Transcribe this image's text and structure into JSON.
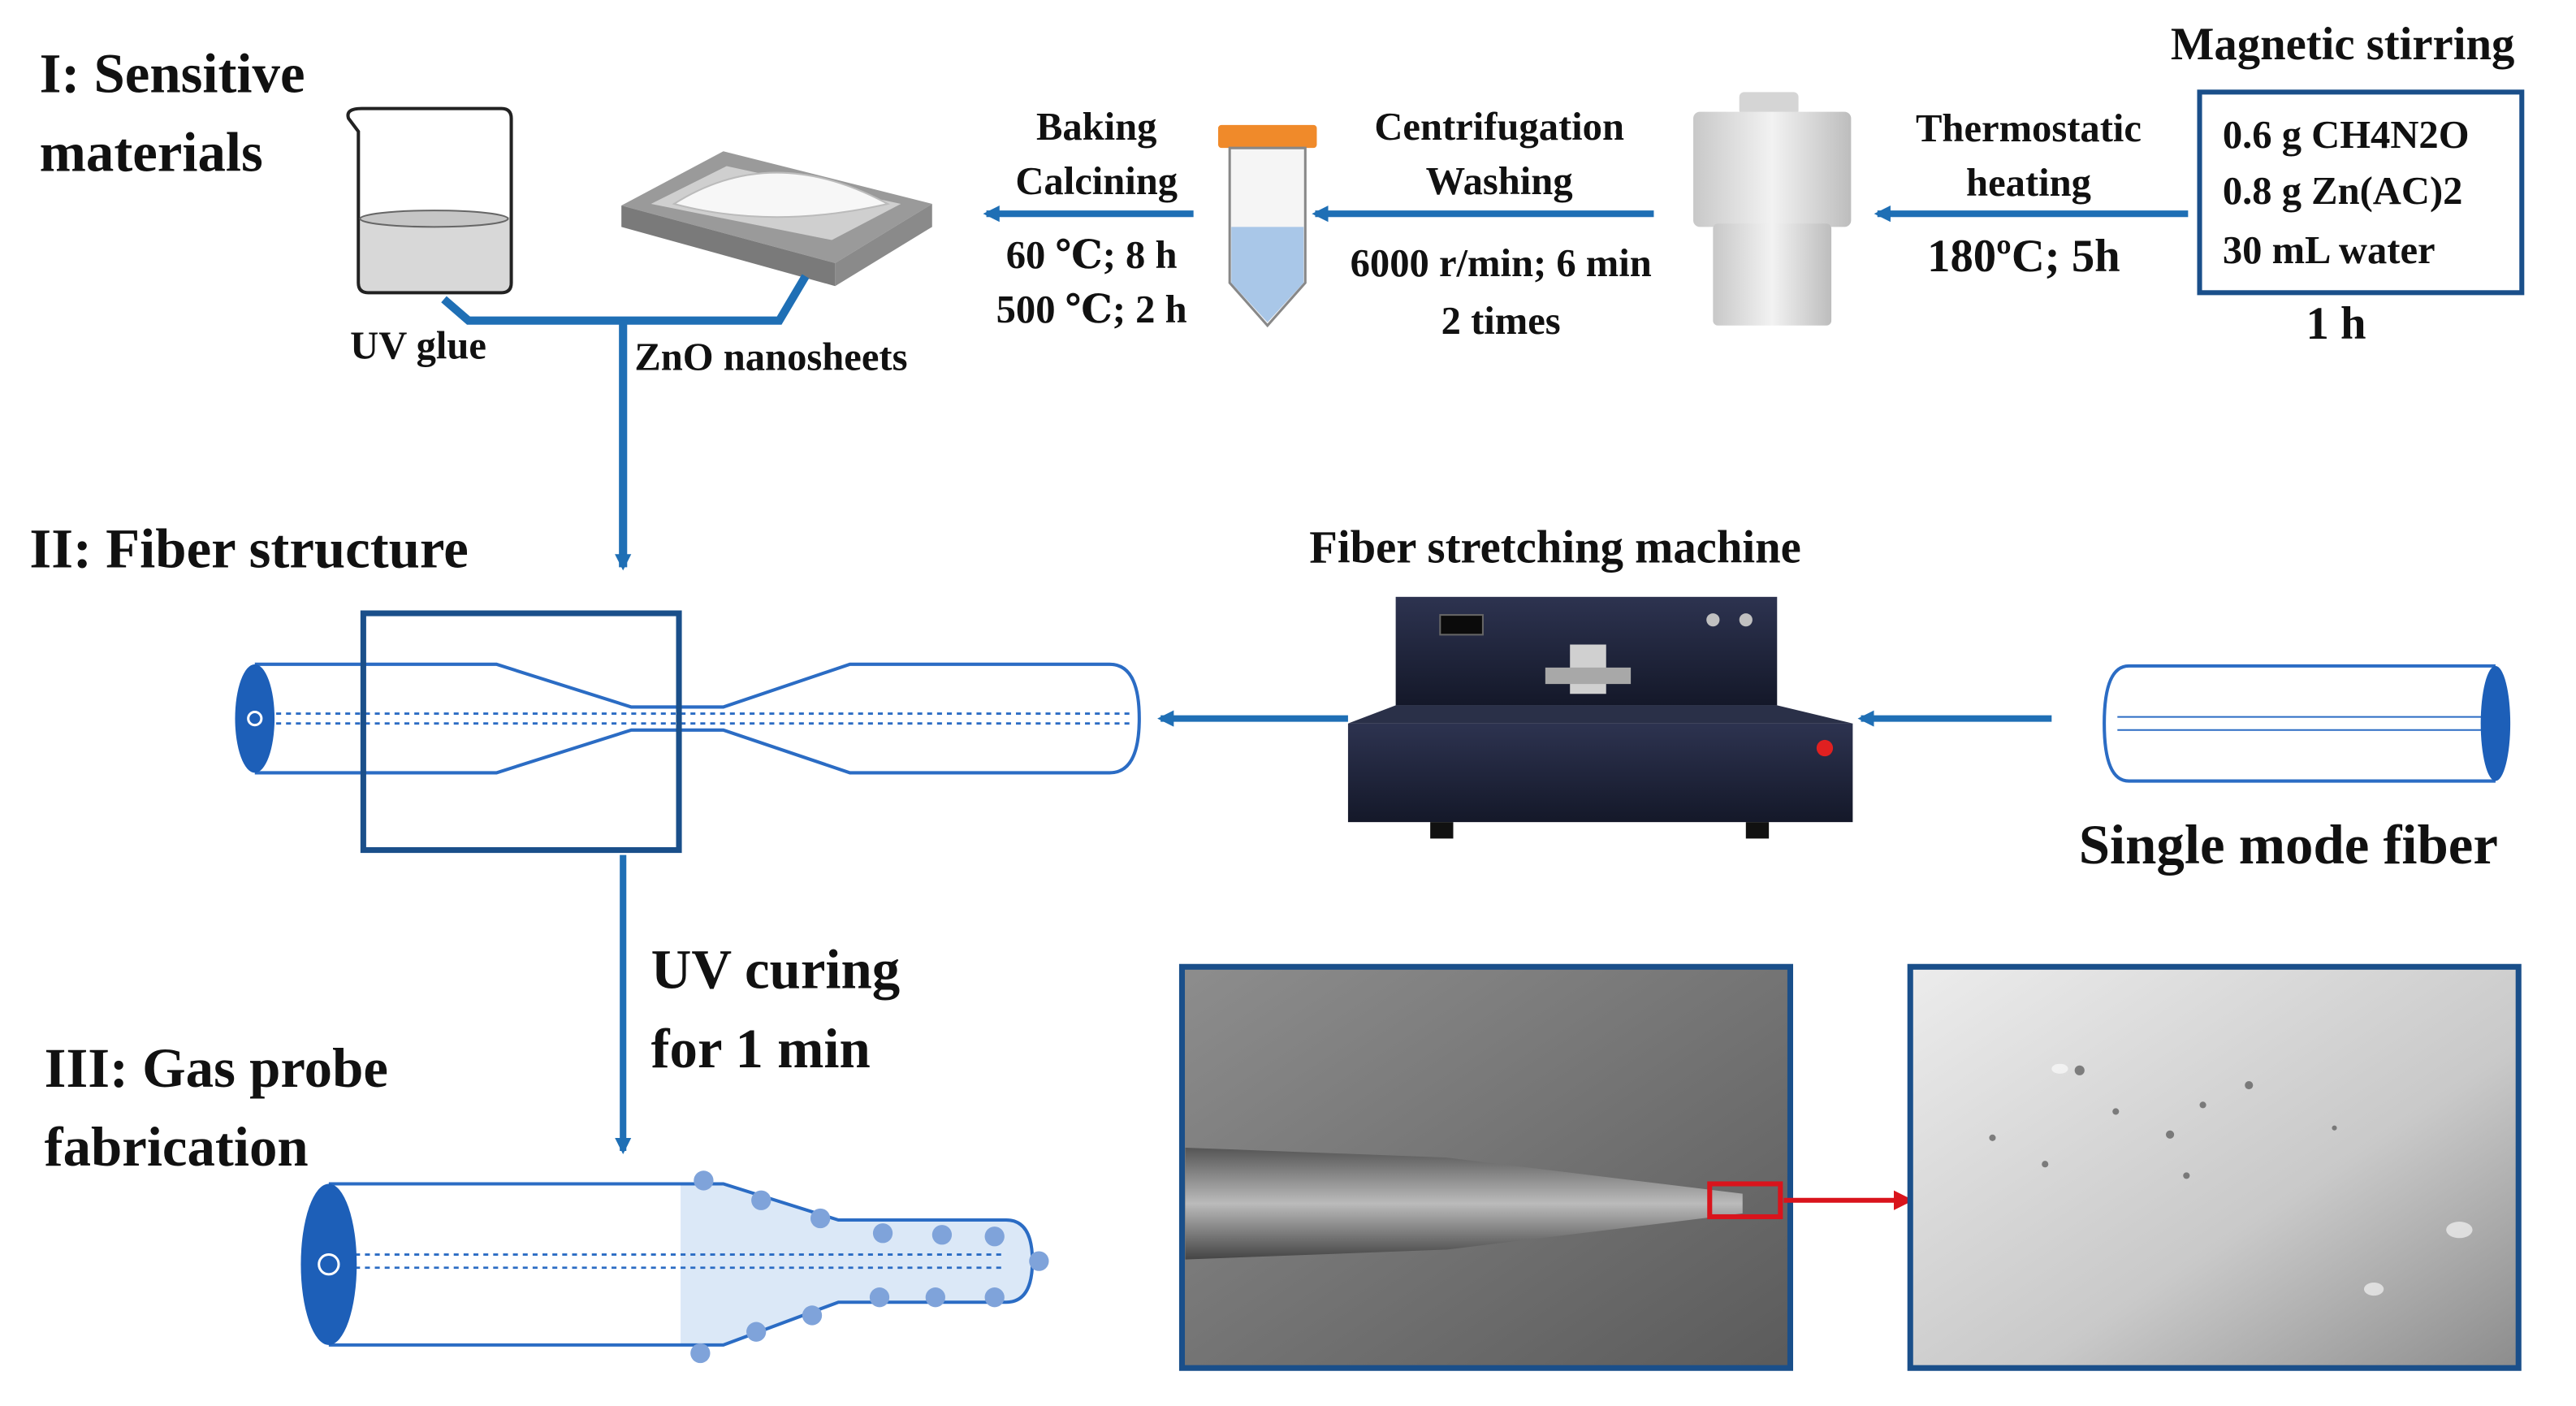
{
  "sections": {
    "s1_line1": "I: Sensitive",
    "s1_line2": "materials",
    "s2": "II: Fiber structure",
    "s3_line1": "III: Gas probe",
    "s3_line2": "fabrication"
  },
  "materials": {
    "uv_glue": "UV glue",
    "zno": "ZnO nanosheets"
  },
  "steps": {
    "magnetic_stirring": "Magnetic stirring",
    "recipe": [
      "0.6 g CH4N2O",
      "0.8 g Zn(AC)2",
      "30 mL water"
    ],
    "stirring_time": "1 h",
    "thermo_line1": "Thermostatic",
    "thermo_line2": "heating",
    "thermo_cond": "180ºC; 5h",
    "centri_line1": "Centrifugation",
    "centri_line2": "Washing",
    "centri_cond1": "6000 r/min; 6 min",
    "centri_cond2": "2 times",
    "bake_line1": "Baking",
    "bake_line2": "Calcining",
    "bake_cond1": "60 ℃; 8 h",
    "bake_cond2": "500 ℃; 2 h"
  },
  "fiber": {
    "machine": "Fiber stretching machine",
    "single_mode": "Single mode fiber"
  },
  "curing": {
    "line1": "UV curing",
    "line2": "for 1 min"
  },
  "colors": {
    "arrow_blue": "#1f6fb5",
    "fiber_blue": "#2b6cc4",
    "box_blue": "#1a4f8a",
    "beaker_gray": "#dcdcdc",
    "tube_orange": "#f08a2a",
    "highlight_red": "#d9141c"
  }
}
